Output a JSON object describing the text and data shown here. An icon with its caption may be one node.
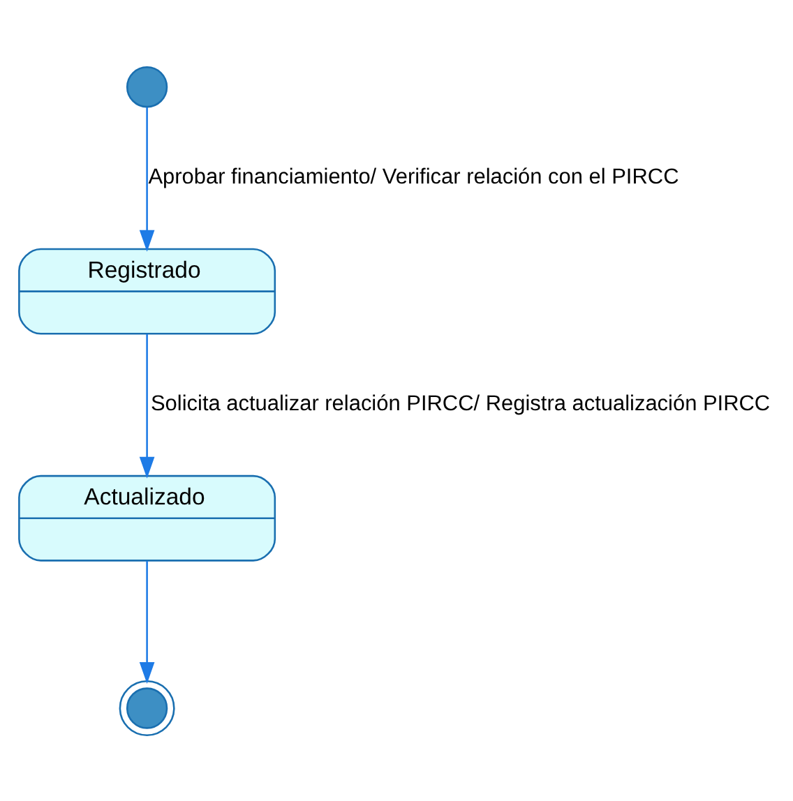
{
  "diagram": {
    "nodes": [
      {
        "text": [],
        "shape": "circle"
      },
      {
        "text": [
          "Registrado"
        ]
      },
      {
        "text": [
          "Actualizado"
        ]
      },
      {
        "text": [],
        "shape": "circle"
      }
    ],
    "edges": [
      {
        "from": 0,
        "to": 1,
        "arrow": "to",
        "label": "Aprobar financiamiento/ Verificar relación con el PIRCC"
      },
      {
        "from": 1,
        "to": 2,
        "arrow": "to",
        "label": "Solicita actualizar relación PIRCC/ Registra actualización PIRCC"
      },
      {
        "from": 2,
        "to": 3,
        "arrow": "to"
      }
    ]
  }
}
